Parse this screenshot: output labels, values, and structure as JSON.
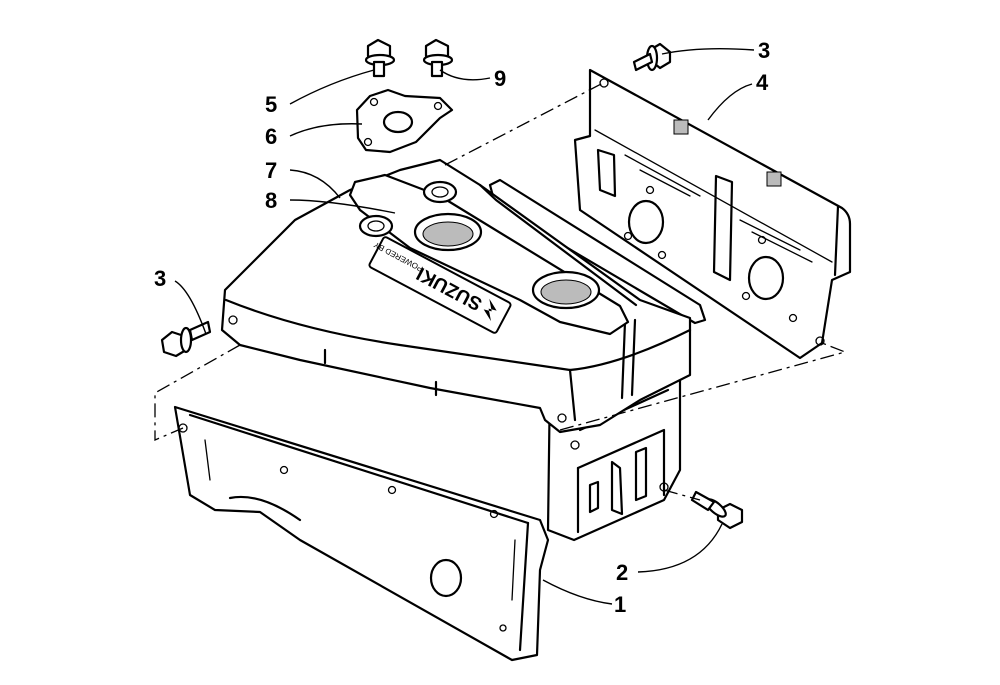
{
  "callouts": [
    {
      "id": "1",
      "label": "1"
    },
    {
      "id": "2",
      "label": "2"
    },
    {
      "id": "3",
      "label": "3"
    },
    {
      "id": "3b",
      "label": "3"
    },
    {
      "id": "4",
      "label": "4"
    },
    {
      "id": "5",
      "label": "5"
    },
    {
      "id": "6",
      "label": "6"
    },
    {
      "id": "7",
      "label": "7"
    },
    {
      "id": "8",
      "label": "8"
    },
    {
      "id": "9",
      "label": "9"
    }
  ],
  "logo": {
    "brand": "SUZUKI",
    "sub": "POWERED BY"
  }
}
